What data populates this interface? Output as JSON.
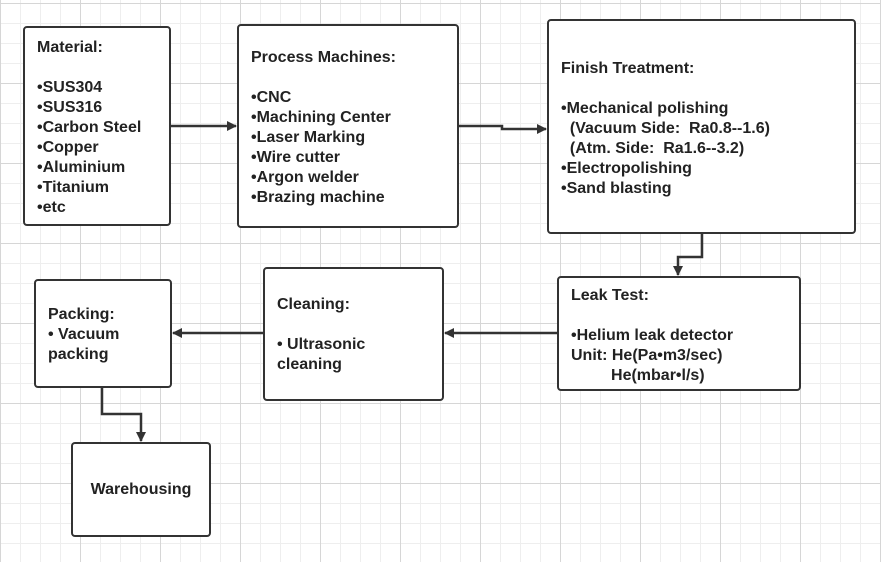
{
  "nodes": {
    "material": {
      "title": "Material:",
      "items": [
        "•SUS304",
        "•SUS316",
        "•Carbon Steel",
        "•Copper",
        "•Aluminium",
        "•Titanium",
        "•etc"
      ]
    },
    "process": {
      "title": "Process Machines:",
      "items": [
        "•CNC",
        "•Machining Center",
        "•Laser Marking",
        "•Wire cutter",
        "•Argon welder",
        "•Brazing machine"
      ]
    },
    "finish": {
      "title": "Finish Treatment:",
      "items": [
        "•Mechanical polishing",
        "  (Vacuum Side:  Ra0.8--1.6)",
        "  (Atm. Side:  Ra1.6--3.2)",
        "•Electropolishing",
        "•Sand blasting"
      ]
    },
    "leak": {
      "title": "Leak Test:",
      "items": [
        "•Helium leak detector",
        "Unit: He(Pa•m3/sec)",
        "         He(mbar•l/s)"
      ]
    },
    "cleaning": {
      "title": "Cleaning:",
      "items": [
        "• Ultrasonic",
        "cleaning"
      ]
    },
    "packing": {
      "title": "Packing:",
      "items": [
        "• Vacuum",
        "packing"
      ]
    },
    "warehousing": {
      "title": "Warehousing"
    }
  },
  "colors": {
    "stroke": "#333333",
    "grid_major": "#d6d6d6",
    "grid_minor": "#eeeeee"
  }
}
